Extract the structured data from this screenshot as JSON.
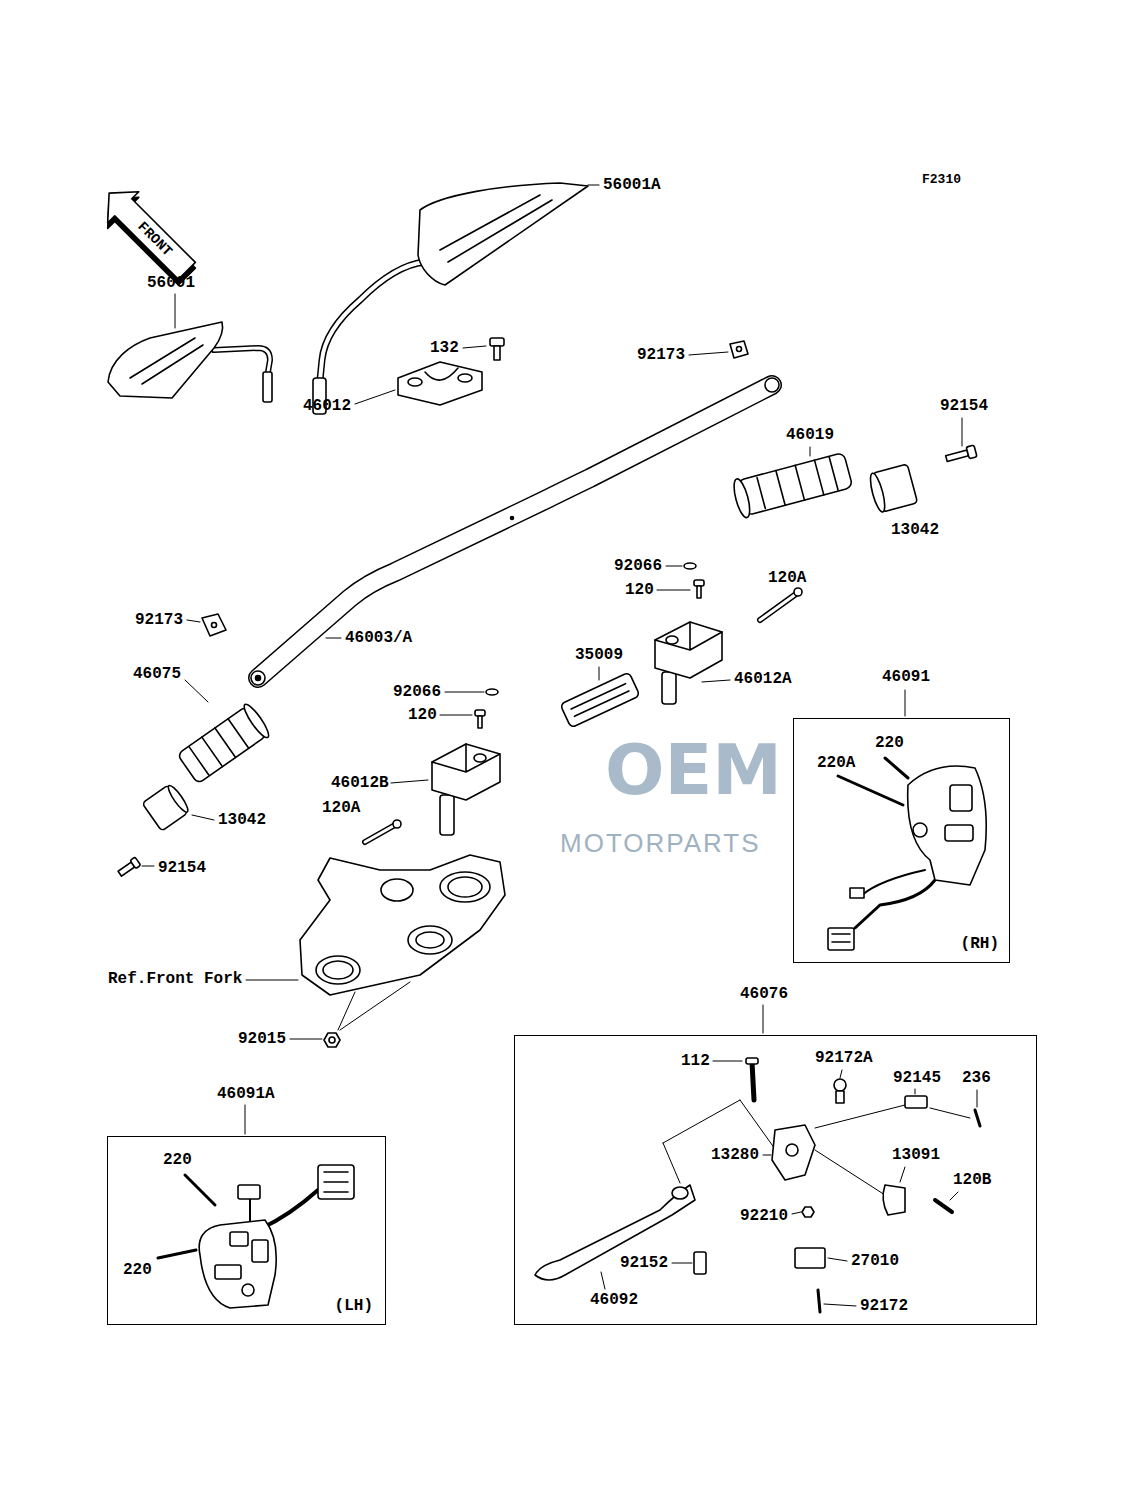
{
  "diagram": {
    "nodes": [
      {
        "text": [
          "46091",
          "(RH)"
        ]
      },
      {
        "text": [
          "46076"
        ]
      },
      {
        "text": [
          "46091A",
          "(LH)"
        ]
      }
    ],
    "labels": [
      "F2310",
      "FRONT",
      "56001A",
      "56001",
      "132",
      "92173",
      "92154",
      "46012",
      "46019",
      "13042",
      "92066",
      "120A",
      "120",
      "92173",
      "46003/A",
      "35009",
      "46075",
      "46012A",
      "92066",
      "120",
      "46012B",
      "120A",
      "13042",
      "92154",
      "Ref.Front Fork",
      "92015",
      "OEM",
      "MOTORPARTS",
      "220",
      "220A",
      "112",
      "92172A",
      "92145",
      "236",
      "13280",
      "13091",
      "120B",
      "92210",
      "27010",
      "92152",
      "46092",
      "92172",
      "220",
      "220"
    ]
  }
}
